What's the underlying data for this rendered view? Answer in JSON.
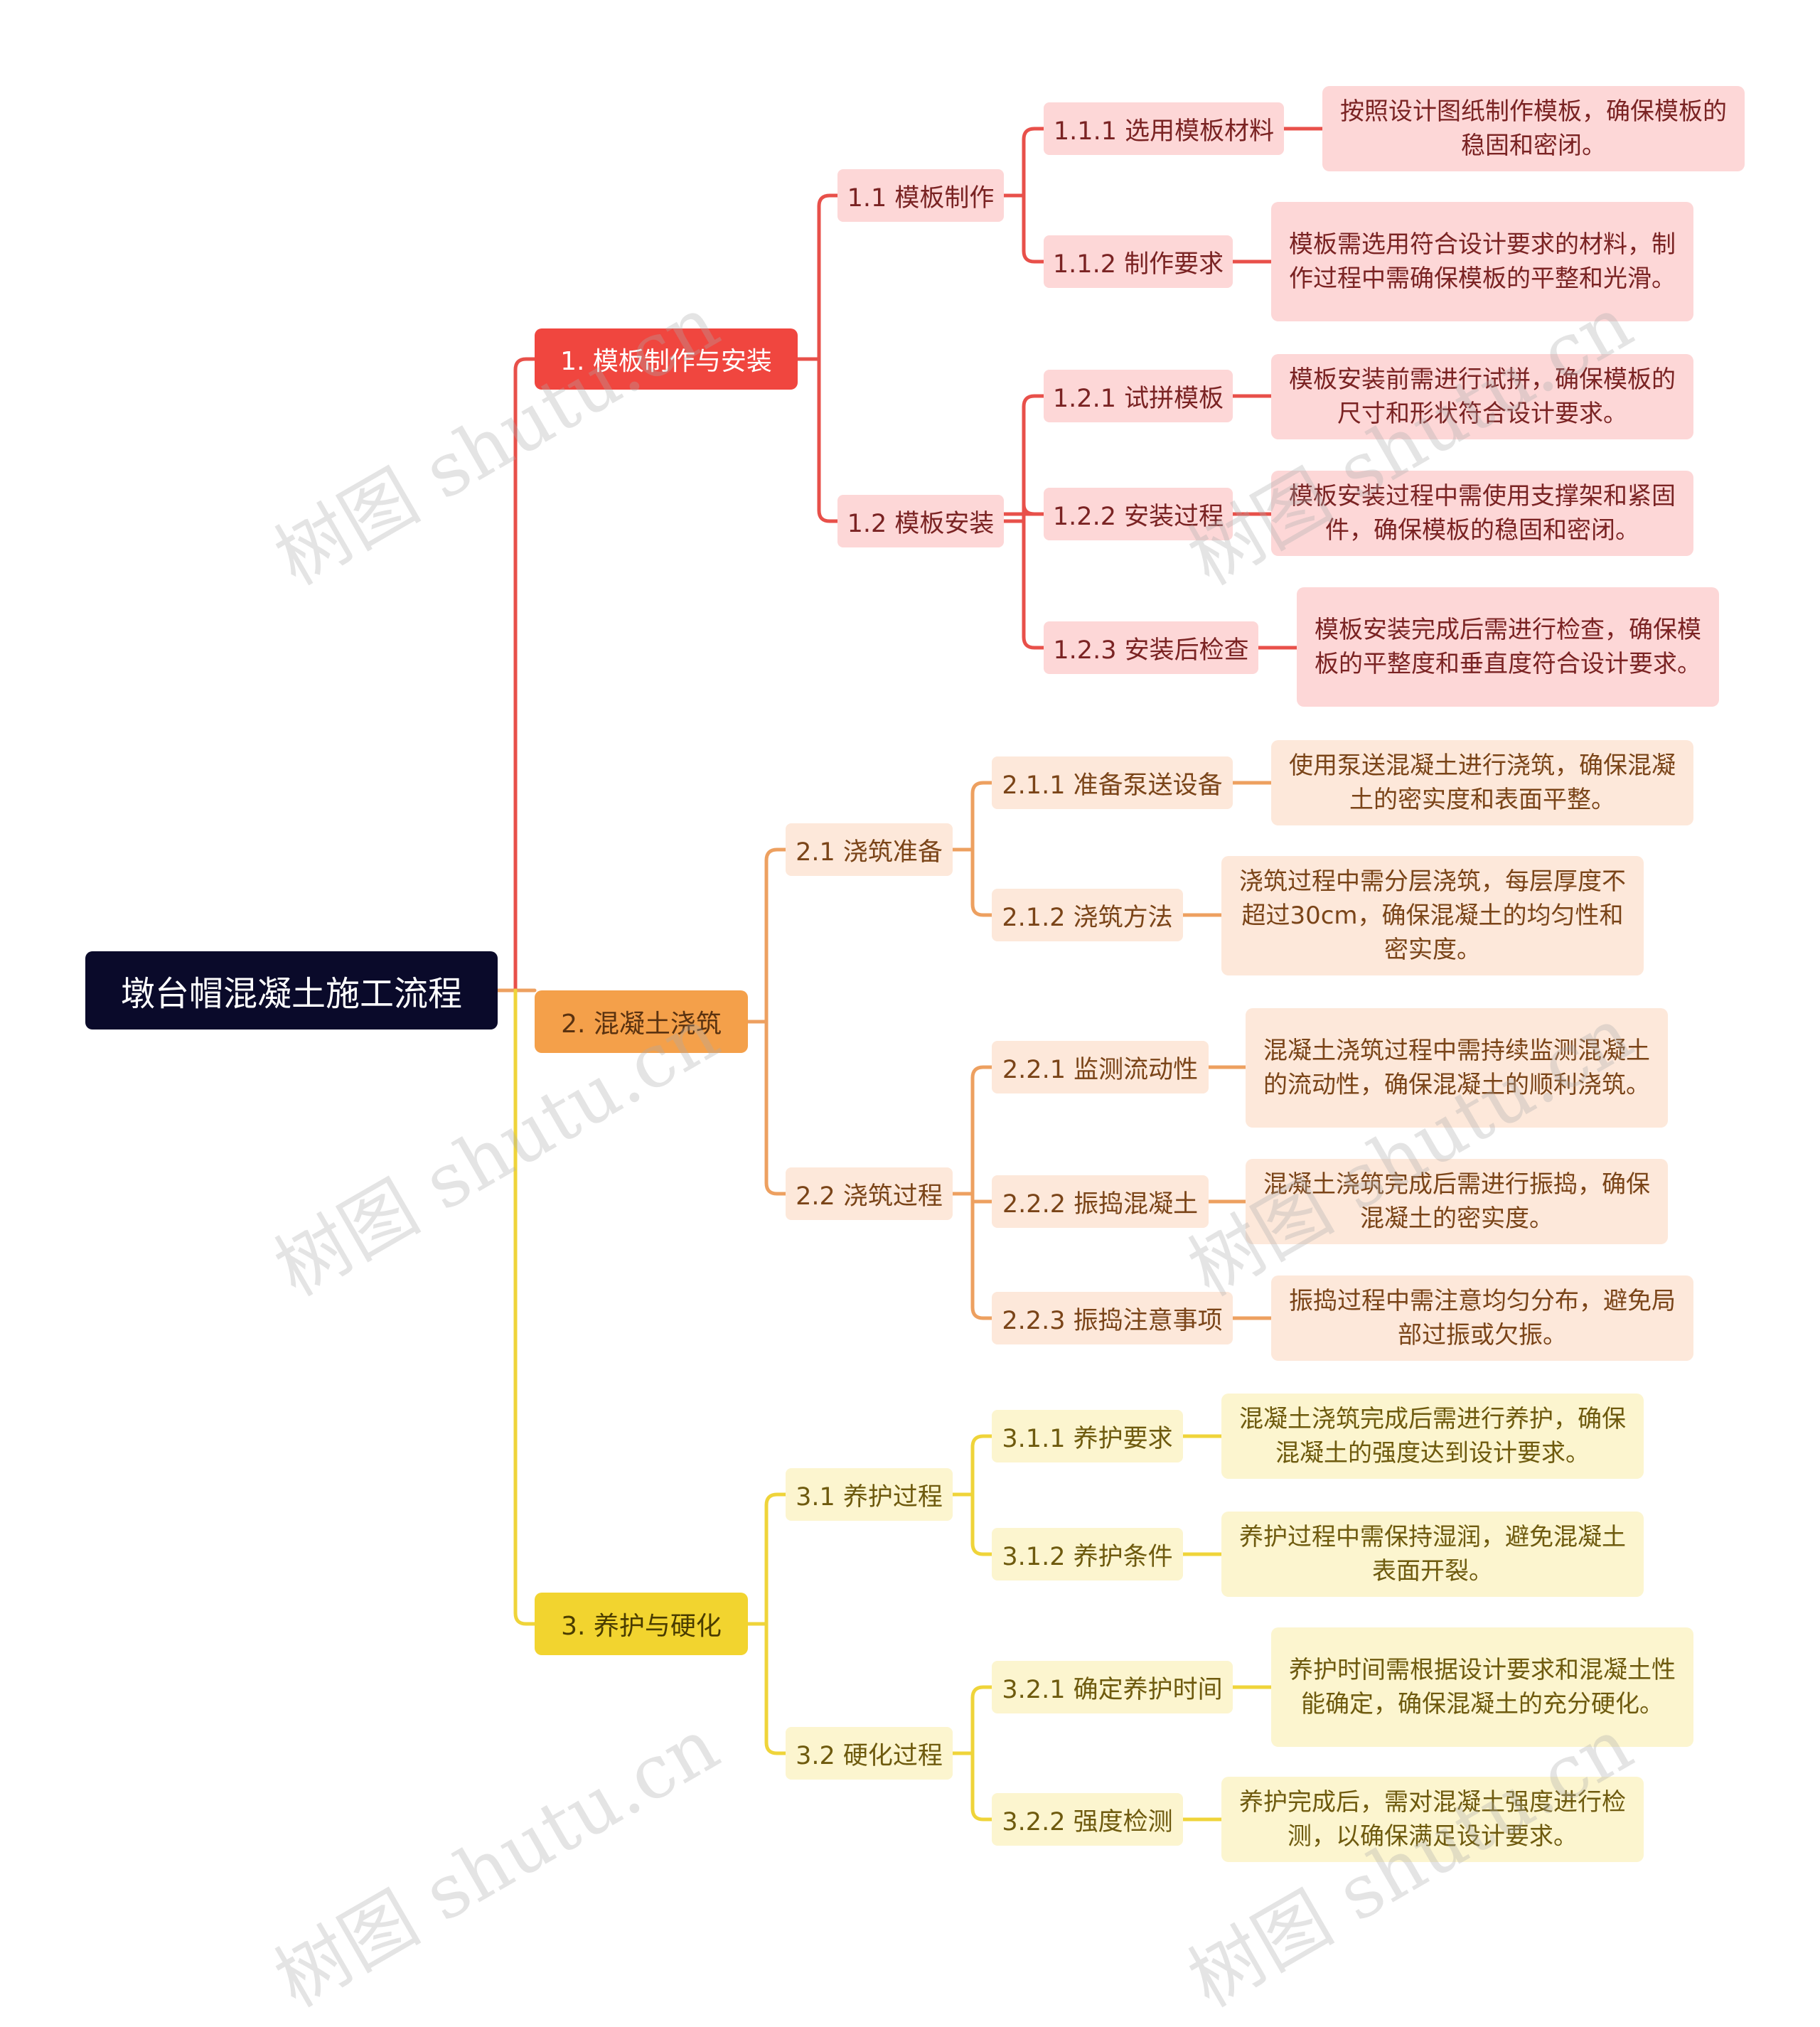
{
  "root": {
    "label": "墩台帽混凝土施工流程"
  },
  "colors": {
    "branch1": "#e8504a",
    "branch2": "#eda060",
    "branch3": "#efd43a",
    "root": "#0a0a2a"
  },
  "watermark": "树图 shutu.cn",
  "branches": [
    {
      "label": "1. 模板制作与安装",
      "subs": [
        {
          "label": "1.1 模板制作",
          "leaves": [
            {
              "label": "1.1.1 选用模板材料",
              "desc": "按照设计图纸制作模板，确保模板的稳固和密闭。"
            },
            {
              "label": "1.1.2 制作要求",
              "desc": "模板需选用符合设计要求的材料，制作过程中需确保模板的平整和光滑。"
            }
          ]
        },
        {
          "label": "1.2 模板安装",
          "leaves": [
            {
              "label": "1.2.1 试拼模板",
              "desc": "模板安装前需进行试拼，确保模板的尺寸和形状符合设计要求。"
            },
            {
              "label": "1.2.2 安装过程",
              "desc": "模板安装过程中需使用支撑架和紧固件，确保模板的稳固和密闭。"
            },
            {
              "label": "1.2.3 安装后检查",
              "desc": "模板安装完成后需进行检查，确保模板的平整度和垂直度符合设计要求。"
            }
          ]
        }
      ]
    },
    {
      "label": "2. 混凝土浇筑",
      "subs": [
        {
          "label": "2.1 浇筑准备",
          "leaves": [
            {
              "label": "2.1.1 准备泵送设备",
              "desc": "使用泵送混凝土进行浇筑，确保混凝土的密实度和表面平整。"
            },
            {
              "label": "2.1.2 浇筑方法",
              "desc": "浇筑过程中需分层浇筑，每层厚度不超过30cm，确保混凝土的均匀性和密实度。"
            }
          ]
        },
        {
          "label": "2.2 浇筑过程",
          "leaves": [
            {
              "label": "2.2.1 监测流动性",
              "desc": "混凝土浇筑过程中需持续监测混凝土的流动性，确保混凝土的顺利浇筑。"
            },
            {
              "label": "2.2.2 振捣混凝土",
              "desc": "混凝土浇筑完成后需进行振捣，确保混凝土的密实度。"
            },
            {
              "label": "2.2.3 振捣注意事项",
              "desc": "振捣过程中需注意均匀分布，避免局部过振或欠振。"
            }
          ]
        }
      ]
    },
    {
      "label": "3. 养护与硬化",
      "subs": [
        {
          "label": "3.1 养护过程",
          "leaves": [
            {
              "label": "3.1.1 养护要求",
              "desc": "混凝土浇筑完成后需进行养护，确保混凝土的强度达到设计要求。"
            },
            {
              "label": "3.1.2 养护条件",
              "desc": "养护过程中需保持湿润，避免混凝土表面开裂。"
            }
          ]
        },
        {
          "label": "3.2 硬化过程",
          "leaves": [
            {
              "label": "3.2.1 确定养护时间",
              "desc": "养护时间需根据设计要求和混凝土性能确定，确保混凝土的充分硬化。"
            },
            {
              "label": "3.2.2 强度检测",
              "desc": "养护完成后，需对混凝土强度进行检测，以确保满足设计要求。"
            }
          ]
        }
      ]
    }
  ]
}
